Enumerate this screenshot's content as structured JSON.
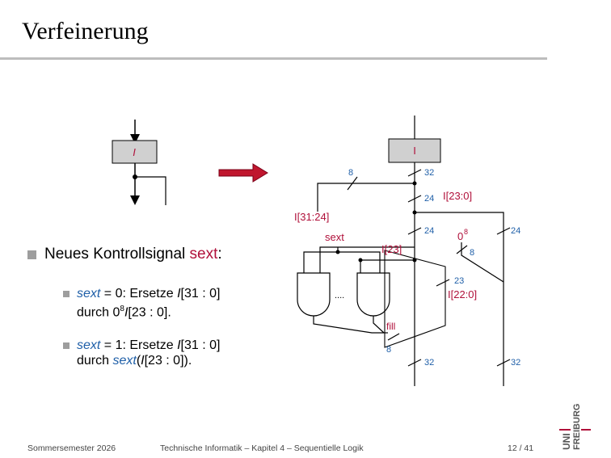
{
  "title": "Verfeinerung",
  "left_diagram": {
    "register_label": "I"
  },
  "right_diagram": {
    "register_label": "I",
    "labels": {
      "w32_top": "32",
      "w8": "8",
      "w24_a": "24",
      "i23_0": "I[23:0]",
      "i31_24": "I[31:24]",
      "sext": "sext",
      "w24_b": "24",
      "zero8_base": "0",
      "zero8_exp": "8",
      "w8_right": "8",
      "w24_c": "24",
      "i23": "I[23]",
      "w23": "23",
      "i22_0": "I[22:0]",
      "dots": "....",
      "fill": "fill",
      "w8_fill": "8",
      "w32_bottom_l": "32",
      "w32_bottom_r": "32"
    }
  },
  "bullets": {
    "main_prefix": "Neues Kontrollsignal ",
    "main_signal": "sext",
    "main_suffix": ":",
    "sub1": {
      "var": "sext",
      "eq": " = 0: Ersetze ",
      "I": "I",
      "range1": "[31 : 0]",
      "line2_a": "durch 0",
      "exp": "8",
      "I2": "I",
      "range2": "[23 : 0]",
      "end": "."
    },
    "sub2": {
      "var": "sext",
      "eq": " = 1: Ersetze ",
      "I": "I",
      "range1": "[31 : 0]",
      "line2_a": "durch ",
      "fn": "sext",
      "open": "(",
      "I2": "I",
      "range2": "[23 : 0]",
      "close": ")",
      "end": "."
    }
  },
  "footer": {
    "semester": "Sommersemester 2026",
    "course": "Technische Informatik –  Kapitel 4 – Sequentielle Logik",
    "page": "12 / 41"
  },
  "logo": {
    "uni": "UNI",
    "freiburg": "FREIBURG"
  },
  "colors": {
    "accent_red": "#b0103a",
    "blue": "#1f5fa8",
    "gray": "#9e9e9e",
    "register_fill": "#d0d0d0"
  }
}
